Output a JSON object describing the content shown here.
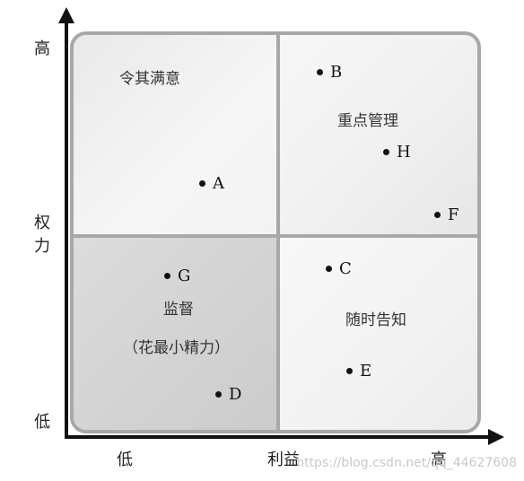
{
  "axes": {
    "y_high": "高",
    "y_label": "权力",
    "y_low": "低",
    "x_low": "低",
    "x_label": "利益",
    "x_high": "高"
  },
  "quadrants": {
    "top_left": "令其满意",
    "top_right": "重点管理",
    "bottom_left_line1": "监督",
    "bottom_left_line2": "（花最小精力）",
    "bottom_right": "随时告知"
  },
  "points": [
    {
      "name": "A"
    },
    {
      "name": "B"
    },
    {
      "name": "C"
    },
    {
      "name": "D"
    },
    {
      "name": "E"
    },
    {
      "name": "F"
    },
    {
      "name": "G"
    },
    {
      "name": "H"
    }
  ],
  "watermark": "https://blog.csdn.net/qq_44627608"
}
